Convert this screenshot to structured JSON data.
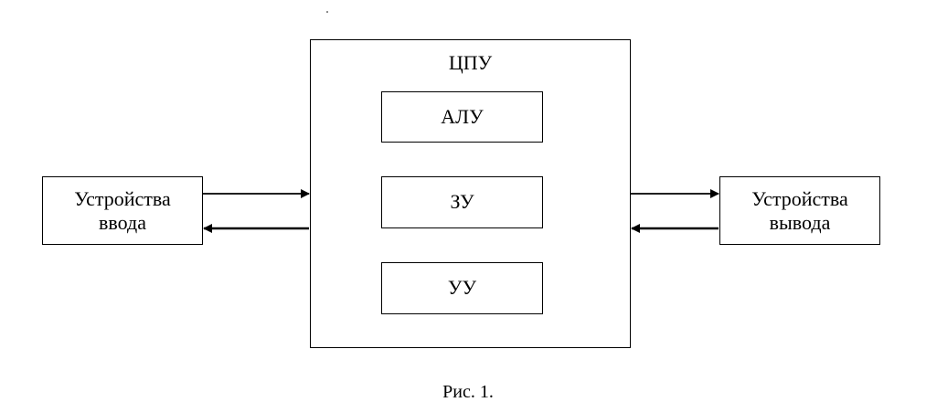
{
  "diagram": {
    "cpu_label": "ЦПУ",
    "alu_label": "АЛУ",
    "memory_label": "ЗУ",
    "control_label": "УУ",
    "input_label_line1": "Устройства",
    "input_label_line2": "ввода",
    "output_label_line1": "Устройства",
    "output_label_line2": "вывода",
    "caption": "Рис. 1."
  }
}
